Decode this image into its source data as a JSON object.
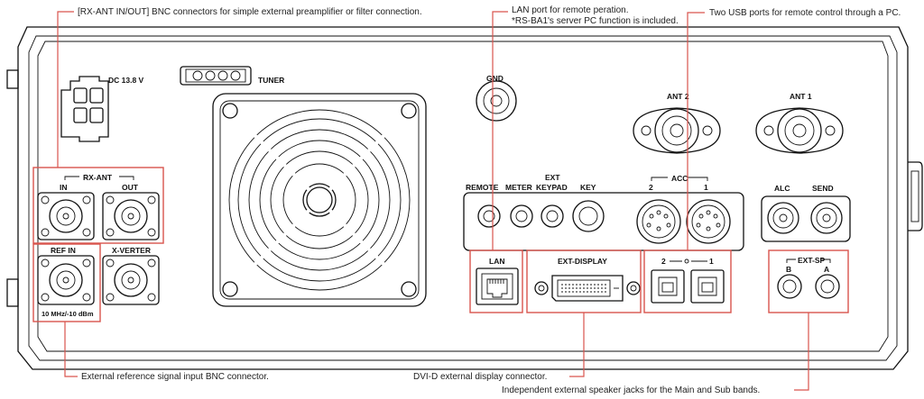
{
  "callouts": {
    "rx_ant": "[RX-ANT IN/OUT] BNC connectors for simple external preamplifier or filter connection.",
    "lan_line1": "LAN port for remote peration.",
    "lan_line2": "*RS-BA1's server PC function is included.",
    "usb": "Two USB ports for remote control through a PC.",
    "ref_in": "External reference signal input BNC connector.",
    "dvi": "DVI-D external display connector.",
    "ext_sp": "Independent external speaker jacks for the Main and Sub bands."
  },
  "panel": {
    "dc": "DC 13.8 V",
    "tuner": "TUNER",
    "gnd": "GND",
    "ant2": "ANT 2",
    "ant1": "ANT 1",
    "rx_ant": "RX-ANT",
    "in": "IN",
    "out": "OUT",
    "ref_in": "REF IN",
    "x_verter": "X-VERTER",
    "ref_spec": "10 MHz/-10 dBm",
    "remote": "REMOTE",
    "meter": "METER",
    "ext_keypad_1": "EXT",
    "ext_keypad_2": "KEYPAD",
    "key": "KEY",
    "acc": "ACC",
    "acc_2": "2",
    "acc_1": "1",
    "alc": "ALC",
    "send": "SEND",
    "lan": "LAN",
    "ext_display": "EXT-DISPLAY",
    "usb_2": "2",
    "usb_1": "1",
    "ext_sp": "EXT-SP",
    "sp_b": "B",
    "sp_a": "A"
  }
}
